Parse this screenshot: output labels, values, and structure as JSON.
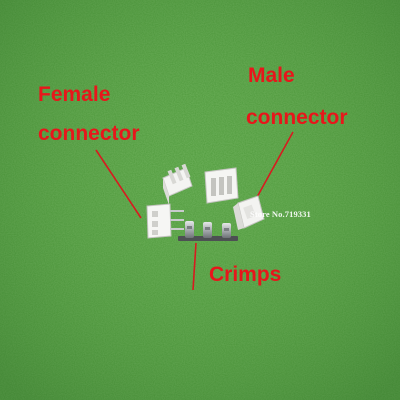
{
  "labels": {
    "female_line1": "Female",
    "female_line2": "connector",
    "male_line1": "Male",
    "male_line2": "connector",
    "crimps": "Crimps"
  },
  "watermark": "Store No.719331",
  "colors": {
    "grass": "#4f9a3c",
    "label_red": "#e8161b",
    "connector_white": "#f2f2f2",
    "crimp_metal": "#b9bcbf"
  }
}
